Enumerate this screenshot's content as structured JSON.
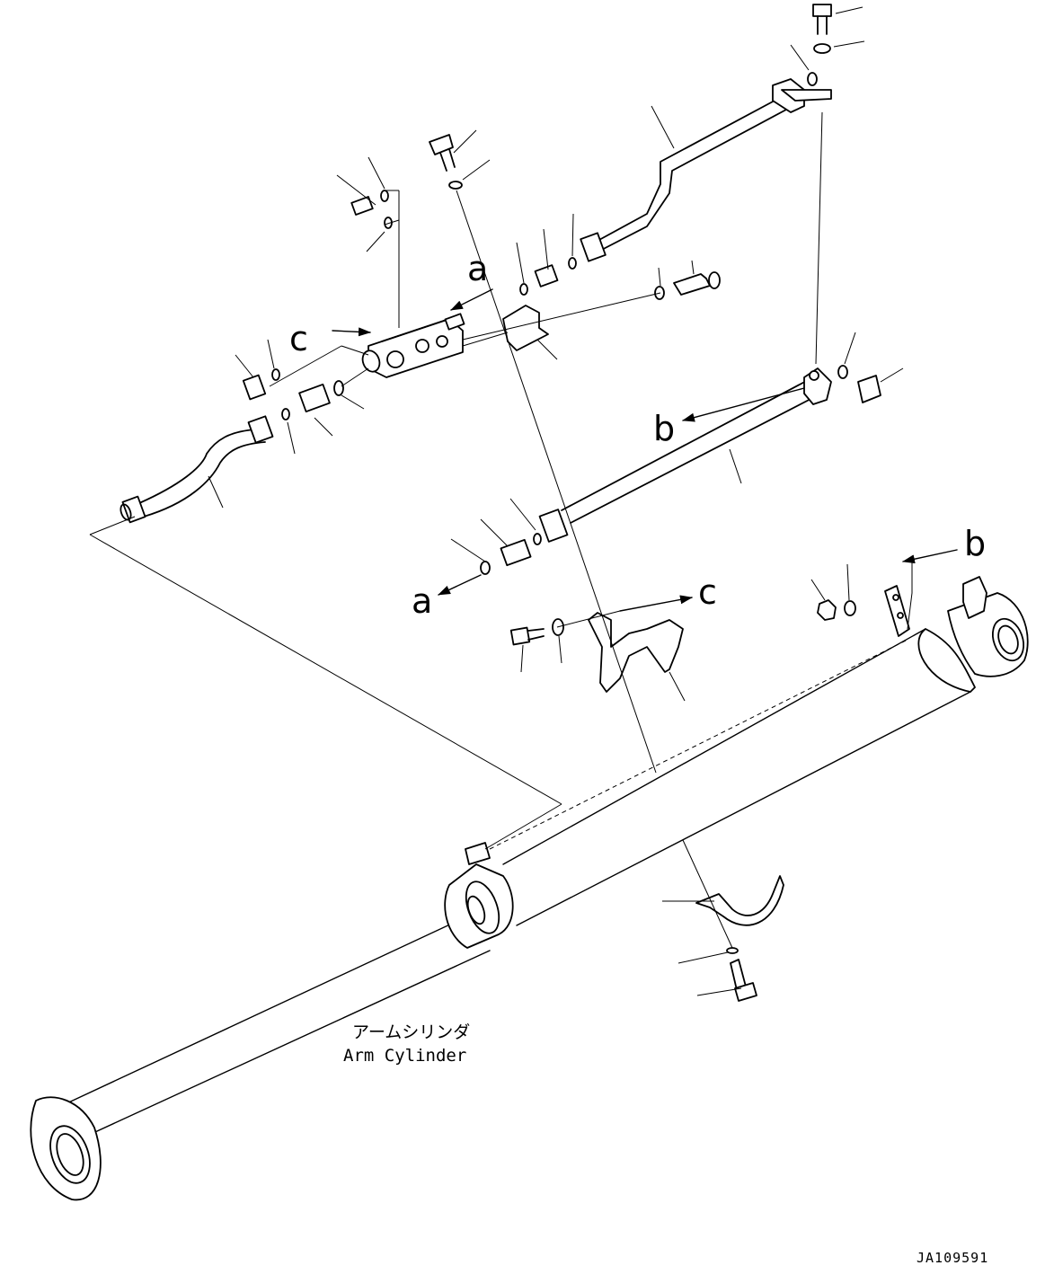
{
  "diagram": {
    "caption_jp": "アームシリンダ",
    "caption_en": "Arm Cylinder",
    "drawing_code": "JA109591",
    "ref_labels": {
      "a": "a",
      "b": "b",
      "c": "c"
    }
  }
}
